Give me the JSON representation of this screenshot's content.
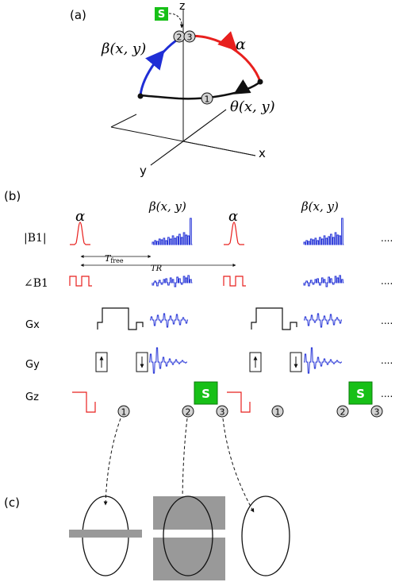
{
  "panel_a": {
    "label": "(a)",
    "axis_x": "x",
    "axis_y": "y",
    "axis_z": "z",
    "spoiler_badge": "S",
    "alpha_label": "α",
    "beta_label": "β(x, y)",
    "theta_label": "θ(x, y)",
    "marker_1": "1",
    "marker_2": "2",
    "marker_3": "3",
    "colors": {
      "alpha": "#e8201e",
      "beta": "#1f2ed6",
      "theta": "#111111",
      "badge": "#17c017"
    }
  },
  "panel_b": {
    "label": "(b)",
    "row_b1_mag": "|B1|",
    "row_b1_phase": "∠B1",
    "row_gx": "Gx",
    "row_gy": "Gy",
    "row_gz": "Gz",
    "alpha_label": "α",
    "beta_label": "β(x, y)",
    "tfree_label": "T",
    "tfree_sub": "free",
    "tr_label": "TR",
    "spoiler_badge": "S",
    "marker_1": "1",
    "marker_2": "2",
    "marker_3": "3",
    "ellipsis": "....",
    "colors": {
      "rf_red": "#e8201e",
      "rf_blue": "#1f2ed6",
      "grad": "#111111",
      "badge": "#17c017"
    }
  },
  "panel_c": {
    "label": "(c)",
    "colors": {
      "saturation_band": "#999999"
    }
  }
}
